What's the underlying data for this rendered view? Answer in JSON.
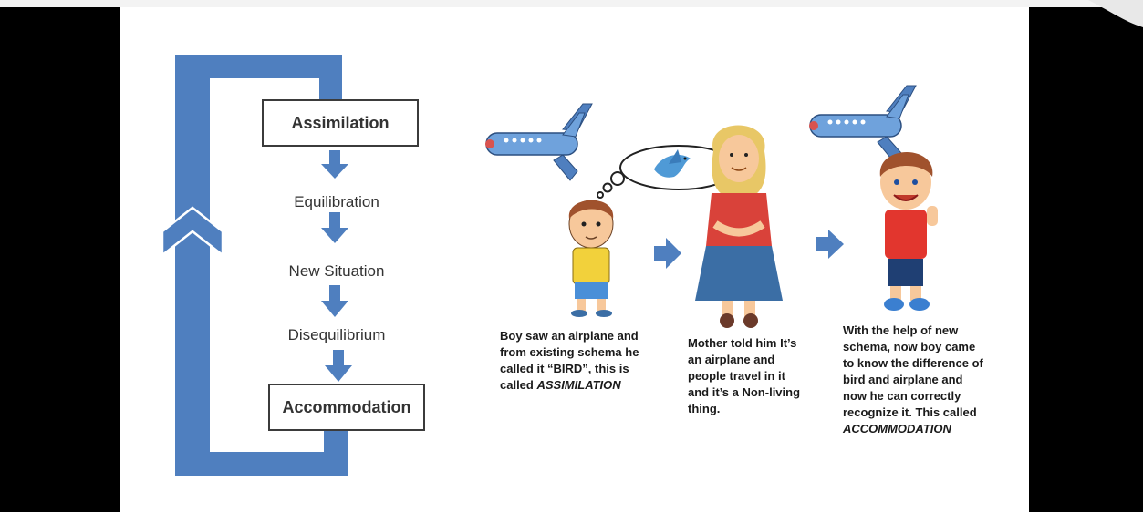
{
  "colors": {
    "frame_blue": "#4f7fbf",
    "slide_bg": "#ffffff",
    "letterbox": "#000000",
    "box_border": "#3b3b3b"
  },
  "cycle": {
    "assimilation_box": "Assimilation",
    "step_equilibration": "Equilibration",
    "step_new_situation": "New Situation",
    "step_disequilibrium": "Disequilibrium",
    "accommodation_box": "Accommodation"
  },
  "captions": {
    "boy": {
      "line1": "Boy saw an airplane and",
      "line2": "from existing schema he",
      "line3": "called it “BIRD”, this is",
      "line4_prefix": "called ",
      "line4_emphasis": "ASSIMILATION"
    },
    "mother": {
      "line1": "Mother told him It’s",
      "line2": "an airplane and",
      "line3": "people travel in it",
      "line4": "and it’s a Non-living",
      "line5": "thing."
    },
    "result": {
      "line1": "With the help of new",
      "line2": "schema, now boy came",
      "line3": "to know the difference of",
      "line4": "bird and airplane and",
      "line5": "now he can correctly",
      "line6": "recognize it. This called",
      "line7_emphasis": "ACCOMMODATION"
    }
  },
  "icons": [
    "airplane-icon",
    "thought-bubble-icon",
    "bird-icon",
    "boy-figure",
    "mother-figure",
    "happy-boy-figure",
    "right-arrow-icon",
    "down-arrow-icon",
    "up-chevron-icon"
  ]
}
